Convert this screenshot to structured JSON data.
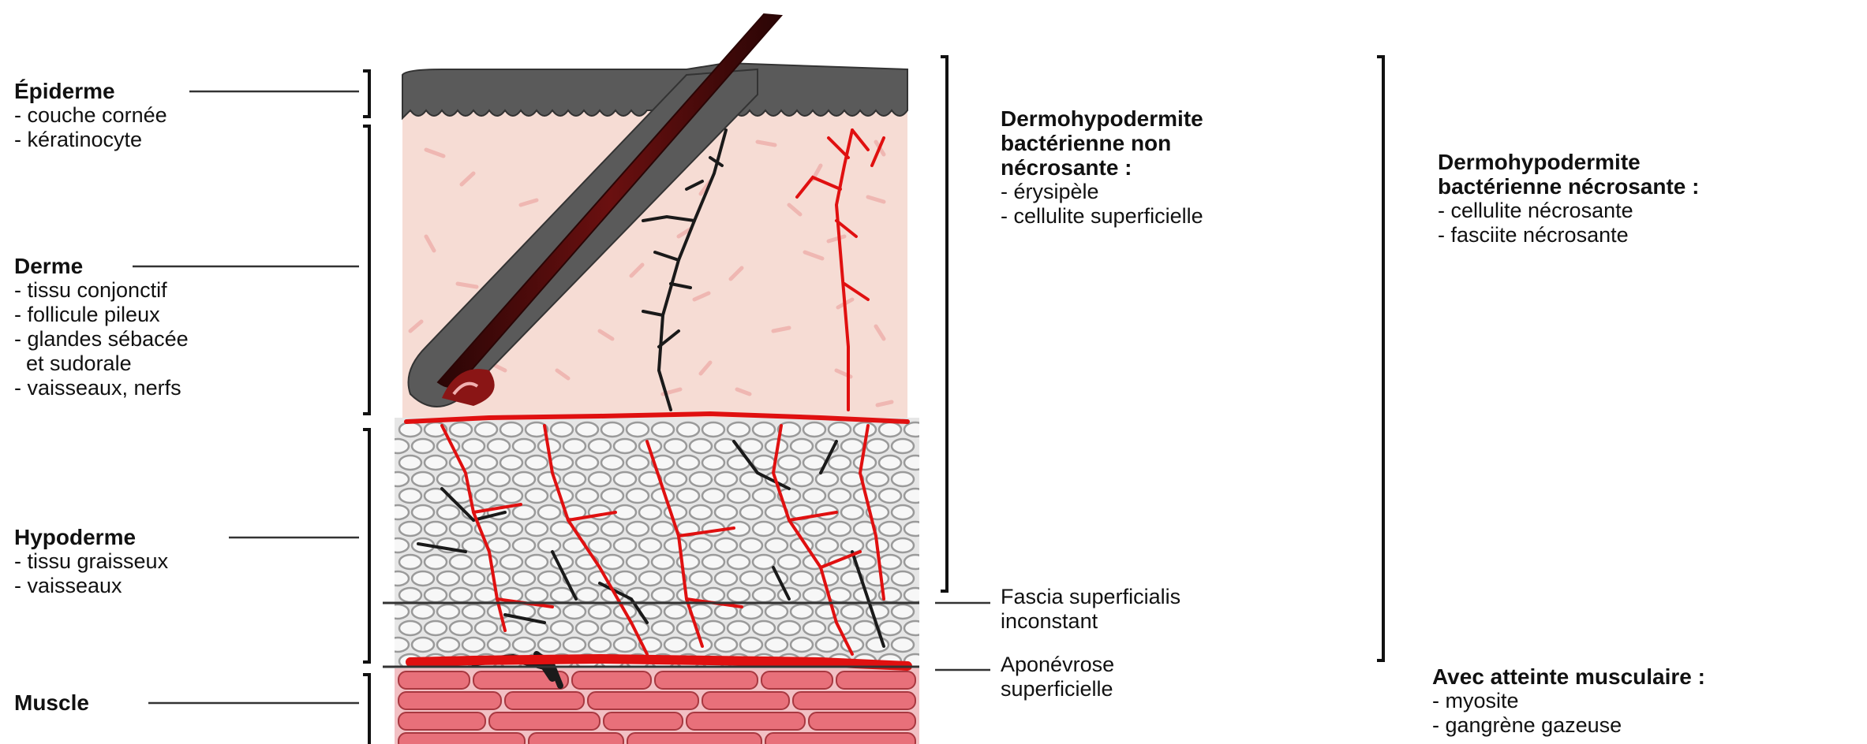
{
  "layers": {
    "epiderme": {
      "title": "Épiderme",
      "items": [
        "- couche cornée",
        "- kératinocyte"
      ]
    },
    "derme": {
      "title": "Derme",
      "items": [
        "- tissu conjonctif",
        "- follicule pileux",
        "- glandes sébacée",
        "  et sudorale",
        "- vaisseaux, nerfs"
      ]
    },
    "hypoderme": {
      "title": "Hypoderme",
      "items": [
        "- tissu graisseux",
        "- vaisseaux"
      ]
    },
    "muscle": {
      "title": "Muscle"
    }
  },
  "annotations": {
    "fascia": [
      "Fascia superficialis",
      "inconstant"
    ],
    "aponevrose": [
      "Aponévrose",
      "superficielle"
    ]
  },
  "groups": {
    "non_necrosante": {
      "title": [
        "Dermohypodermite",
        "bactérienne non",
        "nécrosante :"
      ],
      "items": [
        "- érysipèle",
        "- cellulite superficielle"
      ]
    },
    "necrosante": {
      "title": [
        "Dermohypodermite",
        "bactérienne nécrosante :"
      ],
      "items": [
        "- cellulite nécrosante",
        "- fasciite nécrosante"
      ]
    },
    "musculaire": {
      "title": "Avec atteinte musculaire :",
      "items": [
        "- myosite",
        "- gangrène gazeuse"
      ]
    }
  },
  "colors": {
    "epidermis": "#5a5a5a",
    "dermis": "#f6dcd4",
    "fat": "#e4e4e4",
    "muscle": "#e8707a",
    "vessel": "#e01010",
    "nerve": "#1a1a1a",
    "hair": "#4a0a0a"
  }
}
